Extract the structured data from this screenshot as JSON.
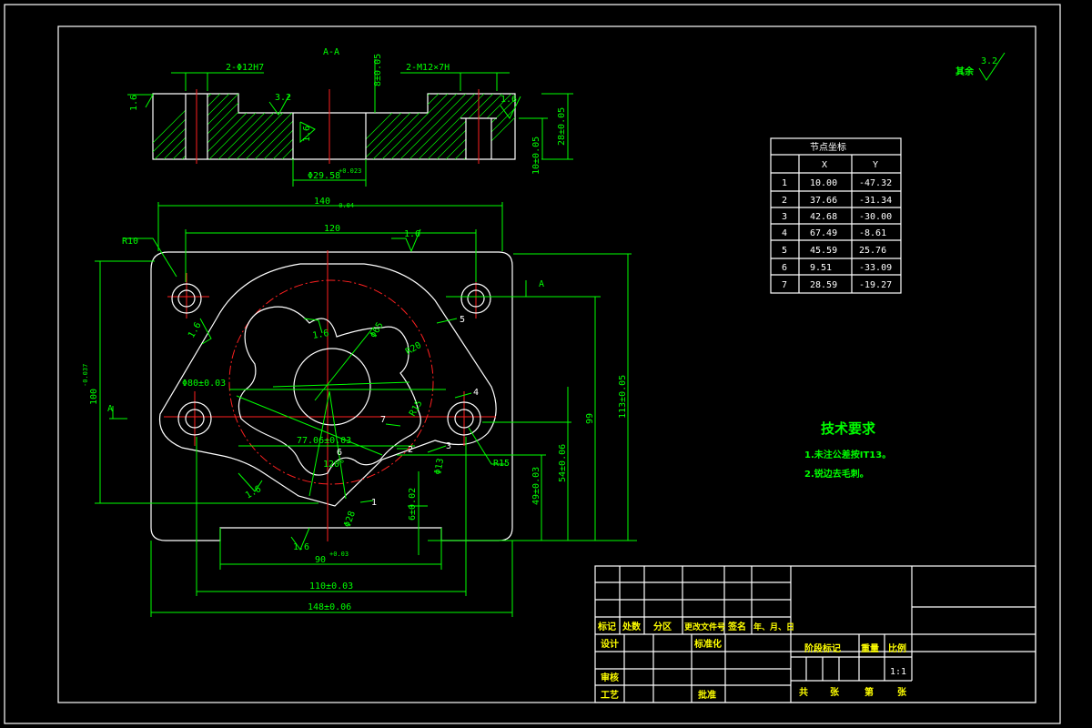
{
  "section_label": "A-A",
  "surface_else": {
    "prefix": "其余",
    "value": "3.2"
  },
  "coord_table": {
    "title": "节点坐标",
    "col_x": "X",
    "col_y": "Y",
    "rows": [
      {
        "n": "1",
        "x": "10.00",
        "y": "-47.32"
      },
      {
        "n": "2",
        "x": "37.66",
        "y": "-31.34"
      },
      {
        "n": "3",
        "x": "42.68",
        "y": "-30.00"
      },
      {
        "n": "4",
        "x": "67.49",
        "y": "-8.61"
      },
      {
        "n": "5",
        "x": "45.59",
        "y": "25.76"
      },
      {
        "n": "6",
        "x": "9.51",
        "y": "-33.09"
      },
      {
        "n": "7",
        "x": "28.59",
        "y": "-19.27"
      }
    ]
  },
  "tech": {
    "title": "技术要求",
    "item1": "1.未注公差按IT13。",
    "item2": "2.锐边去毛刺。"
  },
  "dims": {
    "holes_h7": "2-Φ12H7",
    "thread": "2-M12×7H",
    "depth8": "8±0.05",
    "t28": "28±0.05",
    "t10": "10±0.05",
    "d29": "Φ29.58",
    "d29_tol": "+0.023",
    "w140": "140",
    "w140_tol": "-0.04",
    "w120": "120",
    "r10": "R10",
    "h100": "100",
    "h100_tol": "-0.037",
    "d80": "Φ80±0.03",
    "d65": "Φ65",
    "r20": "R20",
    "r15a": "R15",
    "r15b": "R15",
    "w77": "77.06±0.03",
    "a120": "120°",
    "d13": "Φ13",
    "d28": "Φ28",
    "h6": "6±0.02",
    "h49": "49±0.03",
    "h54": "54±0.06",
    "h99": "99",
    "h113": "113±0.05",
    "w90": "90",
    "w90_tol": "+0.03",
    "w110": "110±0.03",
    "w148": "148±0.06",
    "rough16": "1.6",
    "rough32": "3.2",
    "sect_a": "A",
    "p1": "1",
    "p2": "2",
    "p3": "3",
    "p4": "4",
    "p5": "5",
    "p6": "6",
    "p7": "7"
  },
  "title_block": {
    "rev_mark": "标记",
    "rev_count": "处数",
    "rev_zone": "分区",
    "rev_doc": "更改文件号",
    "rev_sign": "签名",
    "rev_date": "年、月、日",
    "design": "设计",
    "standard": "标准化",
    "stage": "阶段标记",
    "weight": "重量",
    "scale_label": "比例",
    "scale": "1:1",
    "review": "审核",
    "process": "工艺",
    "approve": "批准",
    "total": "共",
    "sheets1": "张",
    "page": "第",
    "sheets2": "张"
  }
}
